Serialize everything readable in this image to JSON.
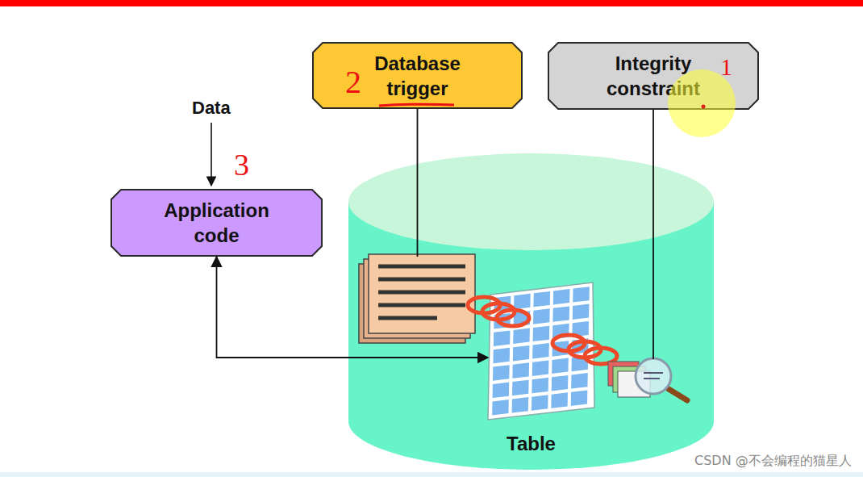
{
  "diagram": {
    "nodes": [
      {
        "text": [
          "Database trigger"
        ]
      },
      {
        "text": [
          "Integrity constraint"
        ]
      },
      {
        "text": [
          "Application code"
        ]
      },
      {
        "text": [
          "Table"
        ]
      }
    ],
    "edges": [
      {
        "from": 0,
        "to": 3,
        "arrow": "none"
      },
      {
        "from": 1,
        "to": 3,
        "arrow": "none"
      },
      {
        "from": 2,
        "to": 3,
        "arrow": "both"
      }
    ],
    "labels": [
      "2",
      "1",
      "Data",
      "3",
      "CSDN @不会编程的猫星人"
    ]
  }
}
